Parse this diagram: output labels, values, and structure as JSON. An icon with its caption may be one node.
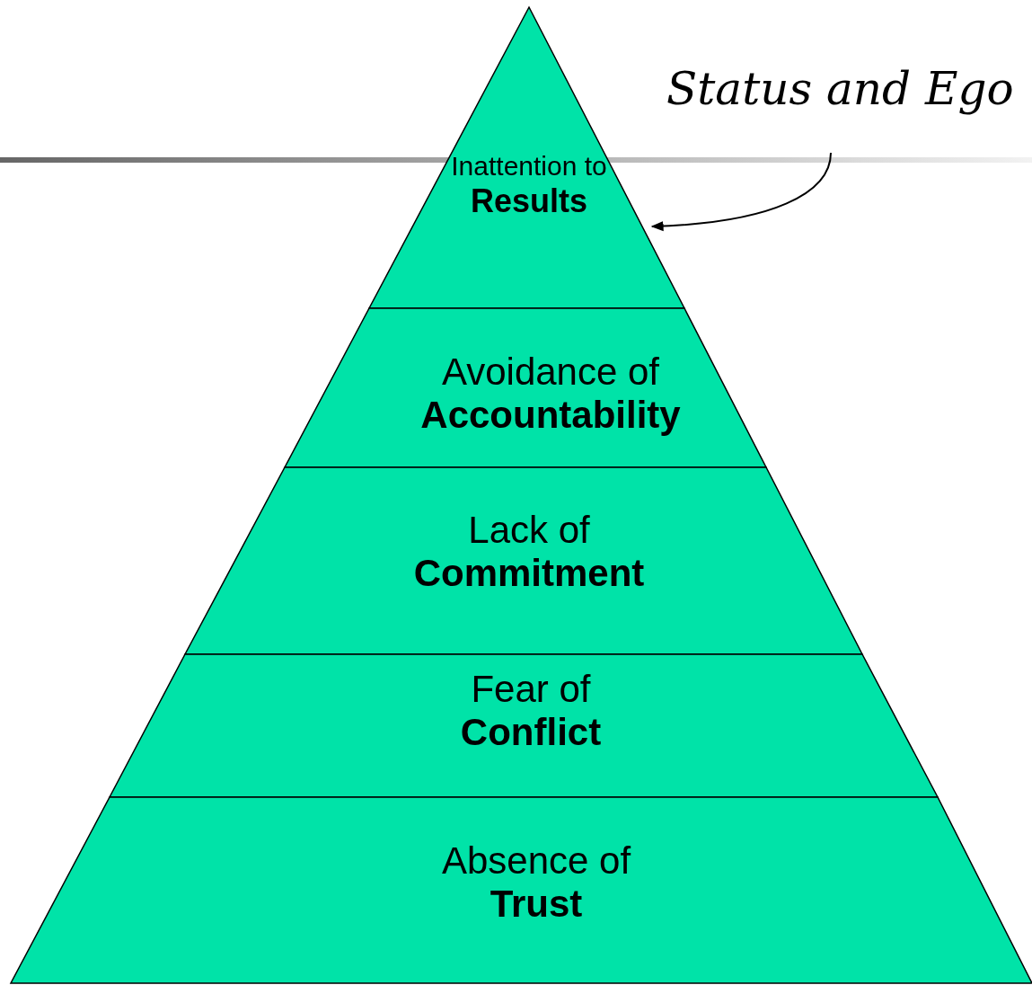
{
  "diagram": {
    "nodes": [
      {
        "text": [
          "Inattention to",
          "Results"
        ]
      },
      {
        "text": [
          "Avoidance of",
          "Accountability"
        ]
      },
      {
        "text": [
          "Lack of",
          "Commitment"
        ]
      },
      {
        "text": [
          "Fear of",
          "Conflict"
        ]
      },
      {
        "text": [
          "Absence of",
          "Trust"
        ]
      },
      {
        "text": [
          "Status and Ego"
        ]
      }
    ],
    "edges": [
      {
        "from": 5,
        "to": 0,
        "arrow": "to"
      }
    ]
  }
}
